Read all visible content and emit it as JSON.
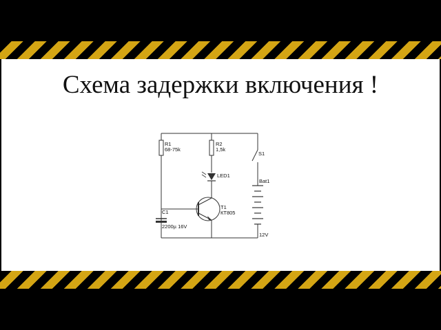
{
  "title": "Схема задержки включения !",
  "components": {
    "r1": {
      "ref": "R1",
      "value": "68-75k"
    },
    "r2": {
      "ref": "R2",
      "value": "1,5k"
    },
    "led": {
      "ref": "LED1"
    },
    "switch": {
      "ref": "S1"
    },
    "transistor": {
      "ref": "T1",
      "value": "КТ805"
    },
    "capacitor": {
      "ref": "C1",
      "value": "2200µ 16V"
    },
    "battery": {
      "ref": "Bat1",
      "value": "12V"
    }
  },
  "colors": {
    "stripe_yellow": "#d4a514",
    "stripe_black": "#000000",
    "panel": "#ffffff",
    "wire": "#333333"
  }
}
